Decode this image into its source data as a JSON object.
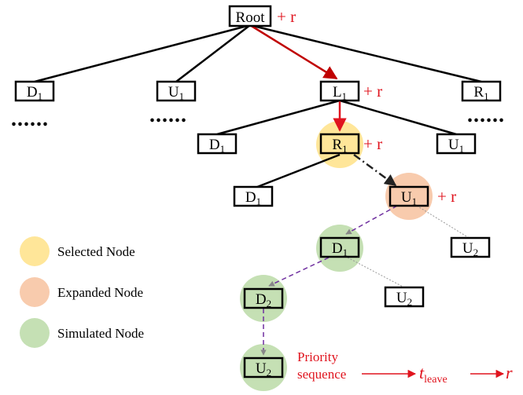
{
  "nodes": {
    "root": "Root",
    "d1_top": {
      "base": "D",
      "sub": "1"
    },
    "u1_top": {
      "base": "U",
      "sub": "1"
    },
    "l1": {
      "base": "L",
      "sub": "1"
    },
    "r1_top": {
      "base": "R",
      "sub": "1"
    },
    "d1_l2": {
      "base": "D",
      "sub": "1"
    },
    "r1_selected": {
      "base": "R",
      "sub": "1"
    },
    "u1_l2": {
      "base": "U",
      "sub": "1"
    },
    "d1_l3": {
      "base": "D",
      "sub": "1"
    },
    "u1_expanded": {
      "base": "U",
      "sub": "1"
    },
    "d1_simulated": {
      "base": "D",
      "sub": "1"
    },
    "u2_l4": {
      "base": "U",
      "sub": "2"
    },
    "d2_simulated": {
      "base": "D",
      "sub": "2"
    },
    "u2_l5": {
      "base": "U",
      "sub": "2"
    },
    "u2_simulated": {
      "base": "U",
      "sub": "2"
    }
  },
  "reward_label": "+ r",
  "ellipsis": "......",
  "legend": [
    {
      "label": "Selected Node",
      "color": "#ffe699"
    },
    {
      "label": "Expanded Node",
      "color": "#f8cbad"
    },
    {
      "label": "Simulated Node",
      "color": "#c5e0b4"
    }
  ],
  "sequence": {
    "line1": "Priority",
    "line2": "sequence",
    "t_base": "t",
    "t_sub": "leave",
    "r": "r"
  },
  "colors": {
    "selected": "#ffe699",
    "expanded": "#f8cbad",
    "simulated": "#c5e0b4",
    "red": "#e0141e",
    "dark_red": "#c00000",
    "purple": "#7030a0"
  }
}
